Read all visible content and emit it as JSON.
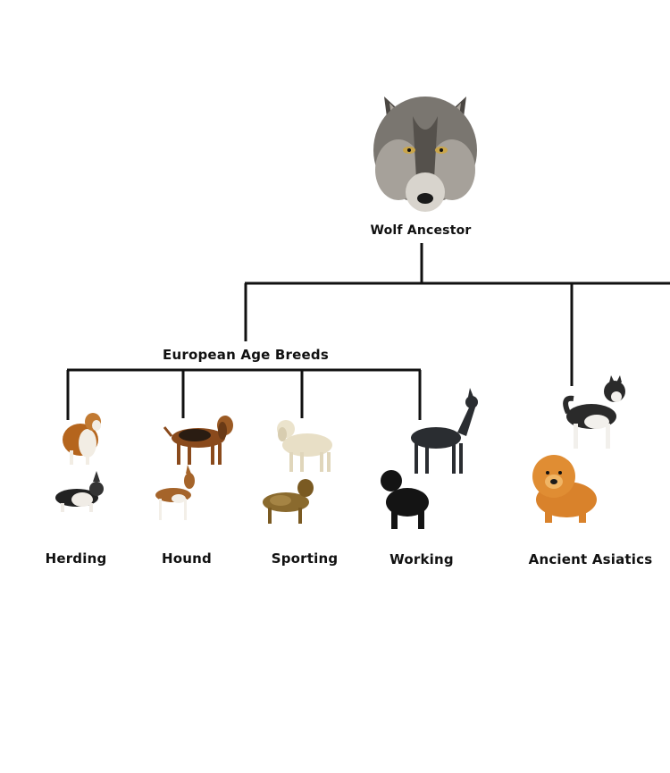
{
  "root": {
    "label": "Wolf Ancestor",
    "icon": "wolf-head-icon"
  },
  "european": {
    "label": "European Age Breeds",
    "groups": [
      {
        "label": "Herding",
        "icons": [
          "collie-icon",
          "corgi-icon"
        ]
      },
      {
        "label": "Hound",
        "icons": [
          "bloodhound-icon",
          "basenji-icon"
        ]
      },
      {
        "label": "Sporting",
        "icons": [
          "labrador-icon",
          "retriever-icon"
        ]
      },
      {
        "label": "Working",
        "icons": [
          "great-dane-icon",
          "poodle-icon"
        ]
      }
    ]
  },
  "asiatic": {
    "label": "Ancient Asiatics",
    "icons": [
      "akita-icon",
      "chow-chow-icon"
    ]
  },
  "colors": {
    "line": "#111111",
    "wolf_fur": "#7a7670",
    "wolf_dark": "#3b3834"
  }
}
